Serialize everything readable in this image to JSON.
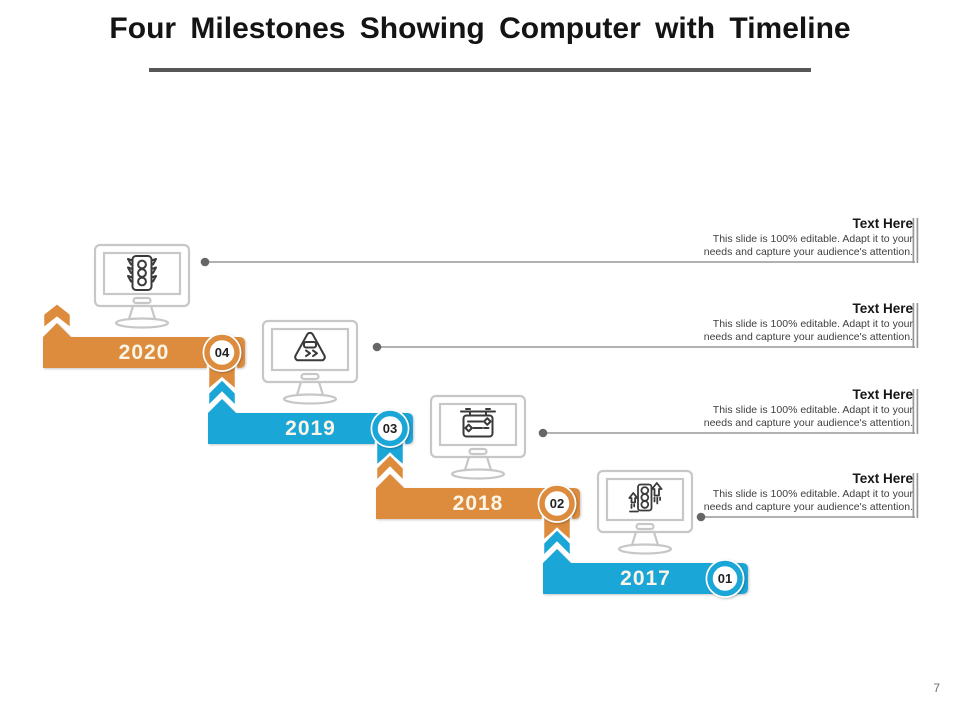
{
  "slide": {
    "title": "Four Milestones Showing Computer with Timeline",
    "page_number": "7"
  },
  "colors": {
    "orange": "#DD8C3E",
    "blue": "#1BA6D8",
    "monitor_gray": "#c7c7c7",
    "icon_ink": "#3a3a3a",
    "connector_gray": "#979797",
    "dot_gray": "#666666"
  },
  "milestones": [
    {
      "year": "2020",
      "badge": "04",
      "color": "#DD8C3E",
      "icon": "traffic-light-icon"
    },
    {
      "year": "2019",
      "badge": "03",
      "color": "#1BA6D8",
      "icon": "slippery-road-warning-icon"
    },
    {
      "year": "2018",
      "badge": "02",
      "color": "#DD8C3E",
      "icon": "direction-signboard-icon"
    },
    {
      "year": "2017",
      "badge": "01",
      "color": "#1BA6D8",
      "icon": "traffic-light-arrows-icon"
    }
  ],
  "callouts": [
    {
      "title": "Text Here",
      "description": "This slide is 100% editable. Adapt it to your needs and capture your audience's attention."
    },
    {
      "title": "Text Here",
      "description": "This slide is 100% editable. Adapt it to your needs and capture your audience's attention."
    },
    {
      "title": "Text Here",
      "description": "This slide is 100% editable. Adapt it to your needs and capture your audience's attention."
    },
    {
      "title": "Text Here",
      "description": "This slide is 100% editable. Adapt it to your needs and capture your audience's attention."
    }
  ]
}
